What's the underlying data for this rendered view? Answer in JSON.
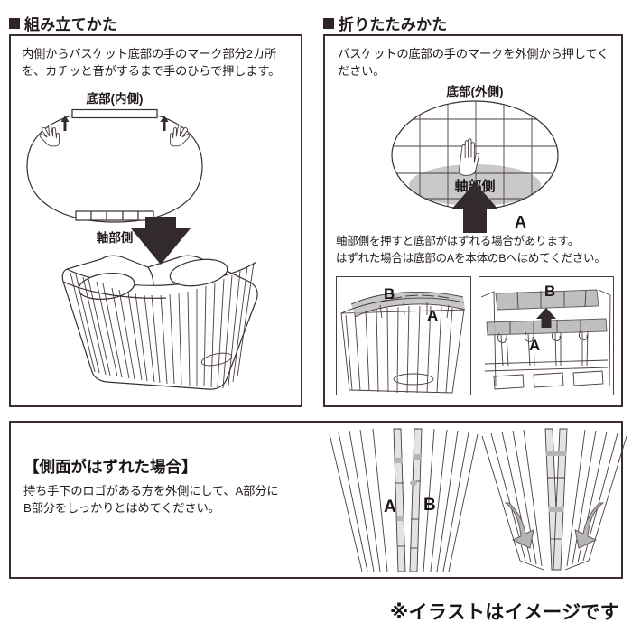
{
  "sections": {
    "assemble": {
      "heading": "組み立てかた",
      "marker": "filled-square-marker",
      "body": "内側からバスケット底部の手のマーク部分2カ所を、カチッと音がするまで手のひらで押します。",
      "diagram_caption_top": "底部(内側)",
      "diagram_caption_bottom": "軸部側"
    },
    "fold": {
      "heading": "折りたたみかた",
      "marker": "filled-square-marker",
      "body": "バスケットの底部の手のマークを外側から押してください。",
      "diagram_caption_top": "底部(外側)",
      "diagram_label_zone": "軸部側",
      "diagram_label_a": "A",
      "note": "軸部側を押すと底部がはずれる場合があります。\nはずれた場合は底部のAを本体のBへはめてください。",
      "photo_a": {
        "label_b": "B",
        "label_a": "A"
      },
      "photo_b": {
        "label_b": "B",
        "label_a": "A"
      }
    },
    "side": {
      "heading": "【側面がはずれた場合】",
      "body": "持ち手下のロゴがある方を外側にして、A部分に\nB部分をしっかりとはめてください。",
      "illustration_left": {
        "label_a": "A",
        "label_b": "B"
      },
      "illustration_right": {
        "arrows": "two-inward-curved-arrows"
      }
    }
  },
  "footer": {
    "note": "※イラストはイメージです"
  },
  "colors": {
    "border": "#3a2e2e",
    "text": "#231a1a",
    "arrow_dark": "#332b2b",
    "zone_gray": "#c9c9c9",
    "panel_bg": "#ffffff"
  }
}
